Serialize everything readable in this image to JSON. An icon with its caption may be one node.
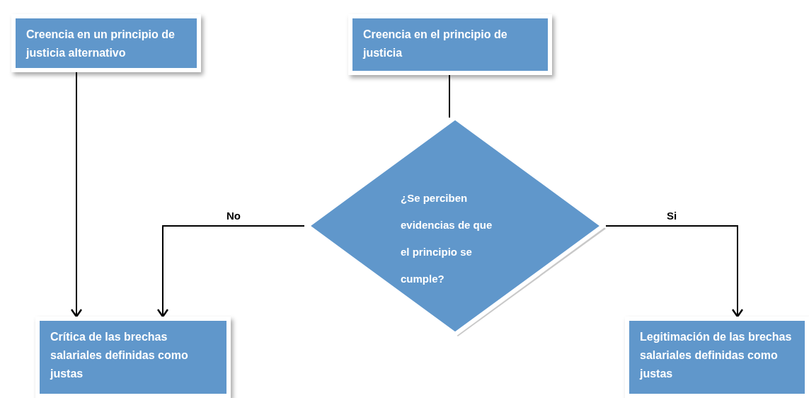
{
  "diagram": {
    "nodes": [
      {
        "text": [
          "Creencia en un principio de justicia alternativo"
        ]
      },
      {
        "text": [
          "Creencia en el principio de justicia"
        ]
      },
      {
        "text": [
          "¿Se perciben evidencias de que el principio se cumple?"
        ]
      },
      {
        "text": [
          "Crítica de las brechas salariales definidas como justas"
        ]
      },
      {
        "text": [
          "Legitimación de las brechas salariales definidas como justas"
        ]
      }
    ],
    "edges": [
      {
        "from": 0,
        "to": 3,
        "arrow": "to"
      },
      {
        "from": 1,
        "to": 2,
        "arrow": "none"
      },
      {
        "from": 2,
        "to": 3,
        "arrow": "to",
        "label": "No"
      },
      {
        "from": 2,
        "to": 4,
        "arrow": "to",
        "label": "Si"
      }
    ]
  }
}
